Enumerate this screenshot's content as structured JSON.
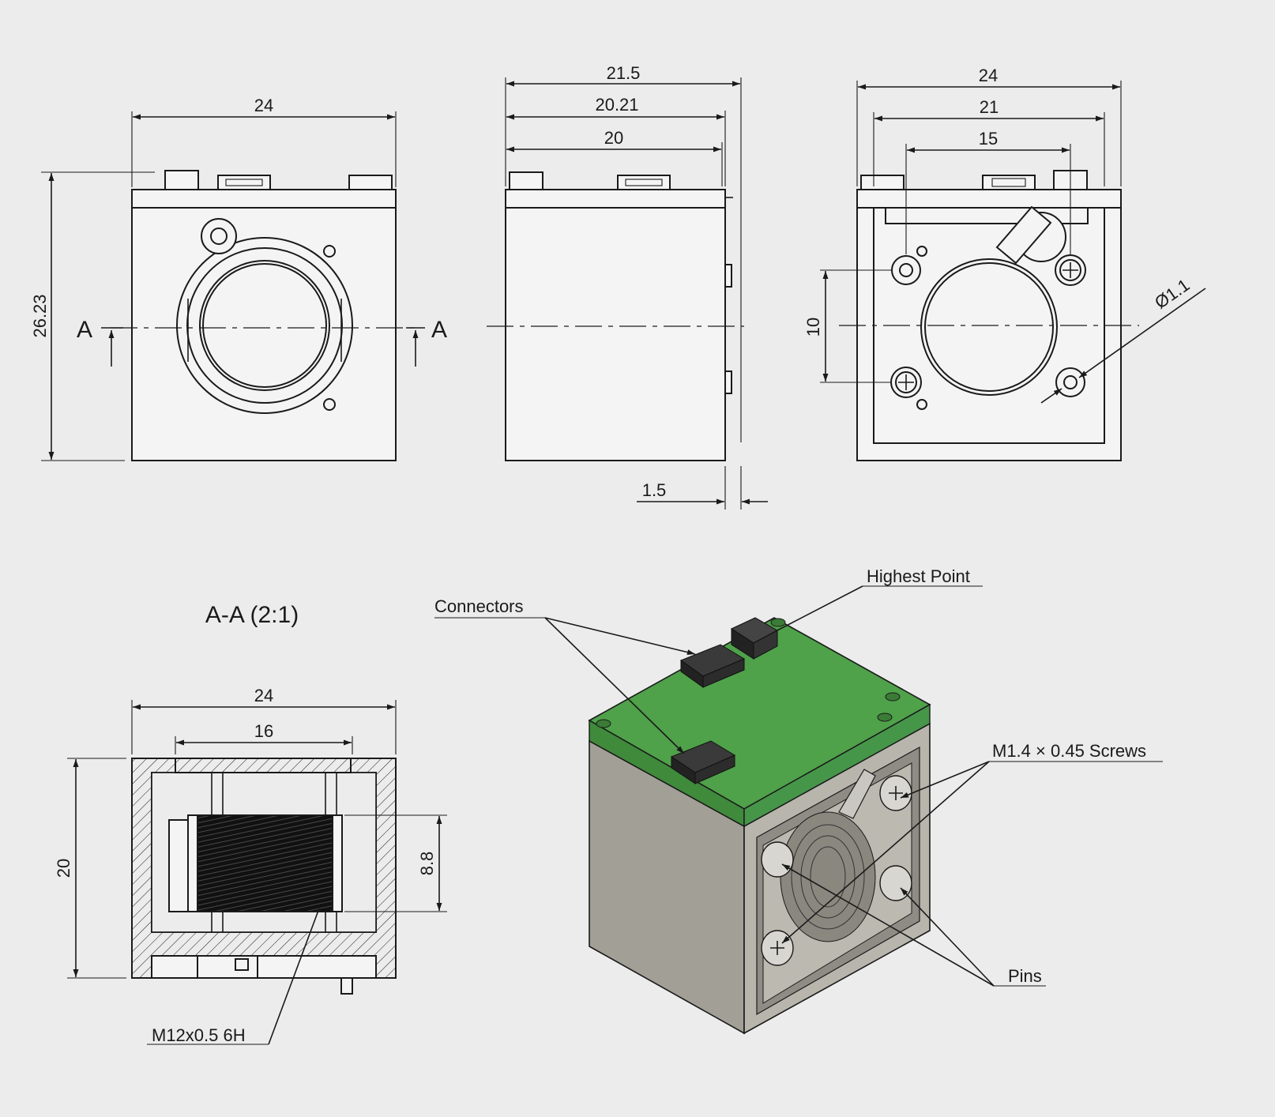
{
  "views": {
    "front": {
      "width_label": "24",
      "height_label": "26.23",
      "section_left": "A",
      "section_right": "A"
    },
    "side": {
      "dim_1": "21.5",
      "dim_2": "20.21",
      "dim_3": "20",
      "dim_bottom": "1.5"
    },
    "back": {
      "dim_1": "24",
      "dim_2": "21",
      "dim_3": "15",
      "dim_vertical": "10",
      "hole_diameter": "Ø1.1"
    },
    "section": {
      "title": "A-A (2:1)",
      "width_label": "24",
      "inner_label": "16",
      "height_label": "20",
      "thread_length": "8.8",
      "thread_spec": "M12x0.5 6H"
    },
    "iso": {
      "highest_point": "Highest Point",
      "connectors": "Connectors",
      "screws": "M1.4 × 0.45 Screws",
      "pins": "Pins"
    }
  },
  "colors": {
    "background": "#ececec",
    "line": "#1a1a1a",
    "pcb_green": "#4fa14a",
    "housing_gray": "#b3b0a8"
  }
}
